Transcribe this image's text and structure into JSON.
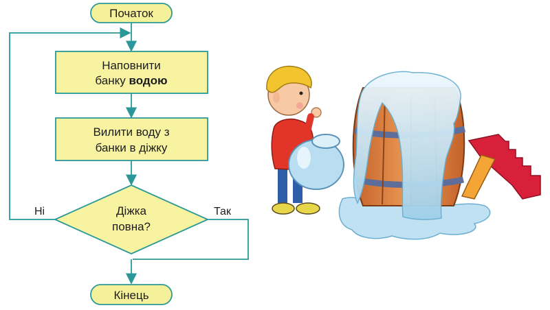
{
  "flowchart": {
    "start": "Початок",
    "step1": {
      "line1": "Наповнити",
      "line2_normal": "банку ",
      "line2_bold": "водою"
    },
    "step2": {
      "line1": "Вилити воду з",
      "line2": "банки в діжку"
    },
    "decision": {
      "line1": "Діжка",
      "line2": "повна?"
    },
    "no_label": "Ні",
    "yes_label": "Так",
    "end": "Кінець"
  },
  "colors": {
    "terminal_fill": "#f5f19a",
    "process_fill": "#f7f3a0",
    "stroke": "#2a9898",
    "text": "#1c1c1c"
  },
  "illustration": {
    "subject": "boy pouring water from a jar into an overflowing wooden barrel, red slide in background"
  }
}
